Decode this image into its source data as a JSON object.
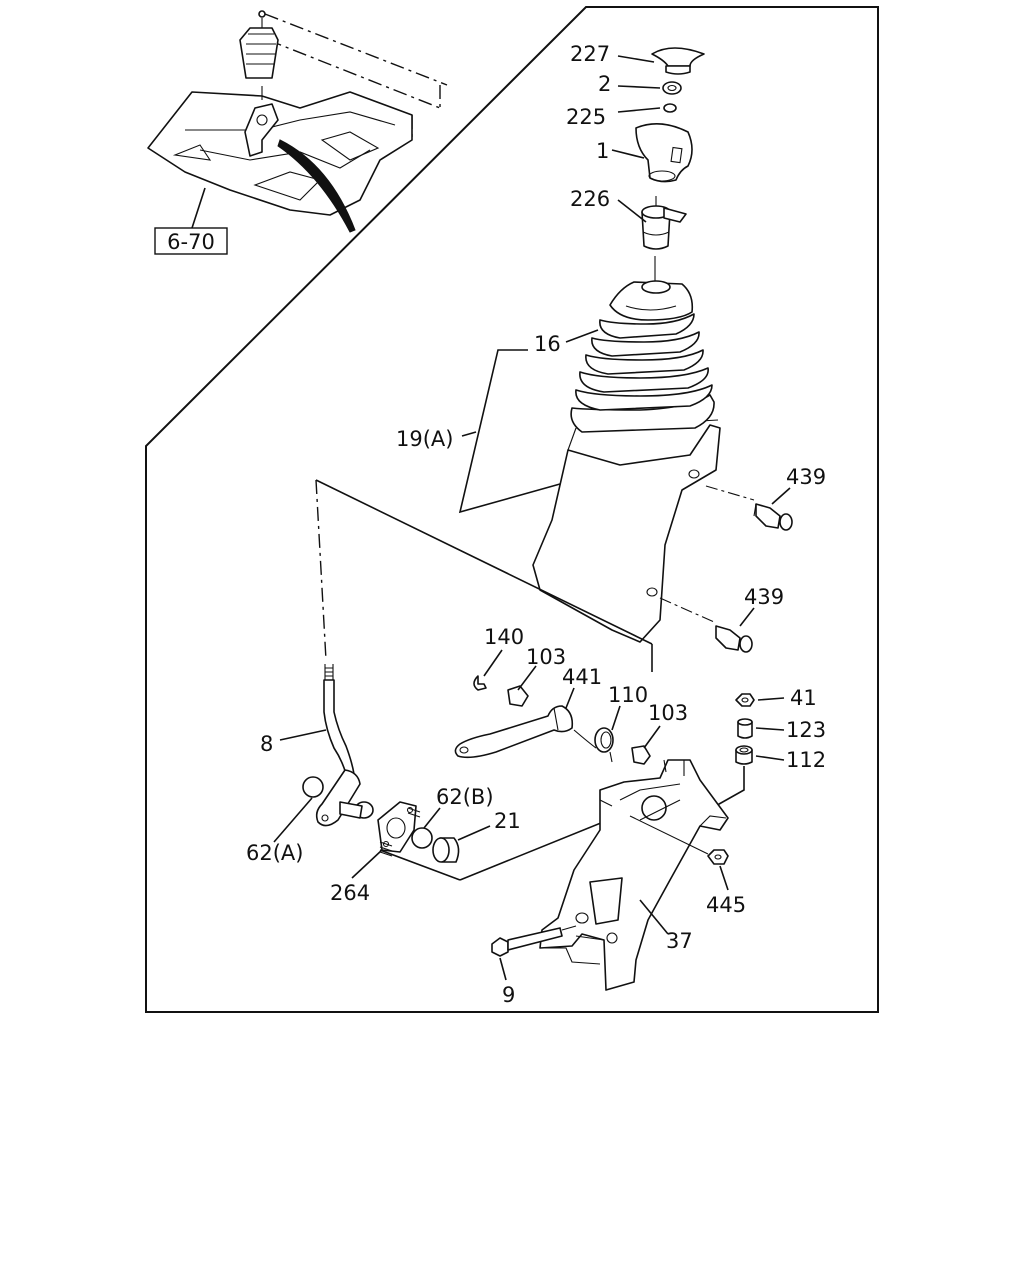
{
  "diagram": {
    "reference_box": "6-70",
    "callouts": {
      "c227": "227",
      "c2": "2",
      "c225": "225",
      "c1": "1",
      "c226": "226",
      "c16": "16",
      "c19a": "19(A)",
      "c439a": "439",
      "c439b": "439",
      "c140": "140",
      "c103a": "103",
      "c441": "441",
      "c110": "110",
      "c103b": "103",
      "c41": "41",
      "c123": "123",
      "c112": "112",
      "c8": "8",
      "c62b": "62(B)",
      "c21": "21",
      "c62a": "62(A)",
      "c264": "264",
      "c445": "445",
      "c37": "37",
      "c9": "9"
    }
  }
}
